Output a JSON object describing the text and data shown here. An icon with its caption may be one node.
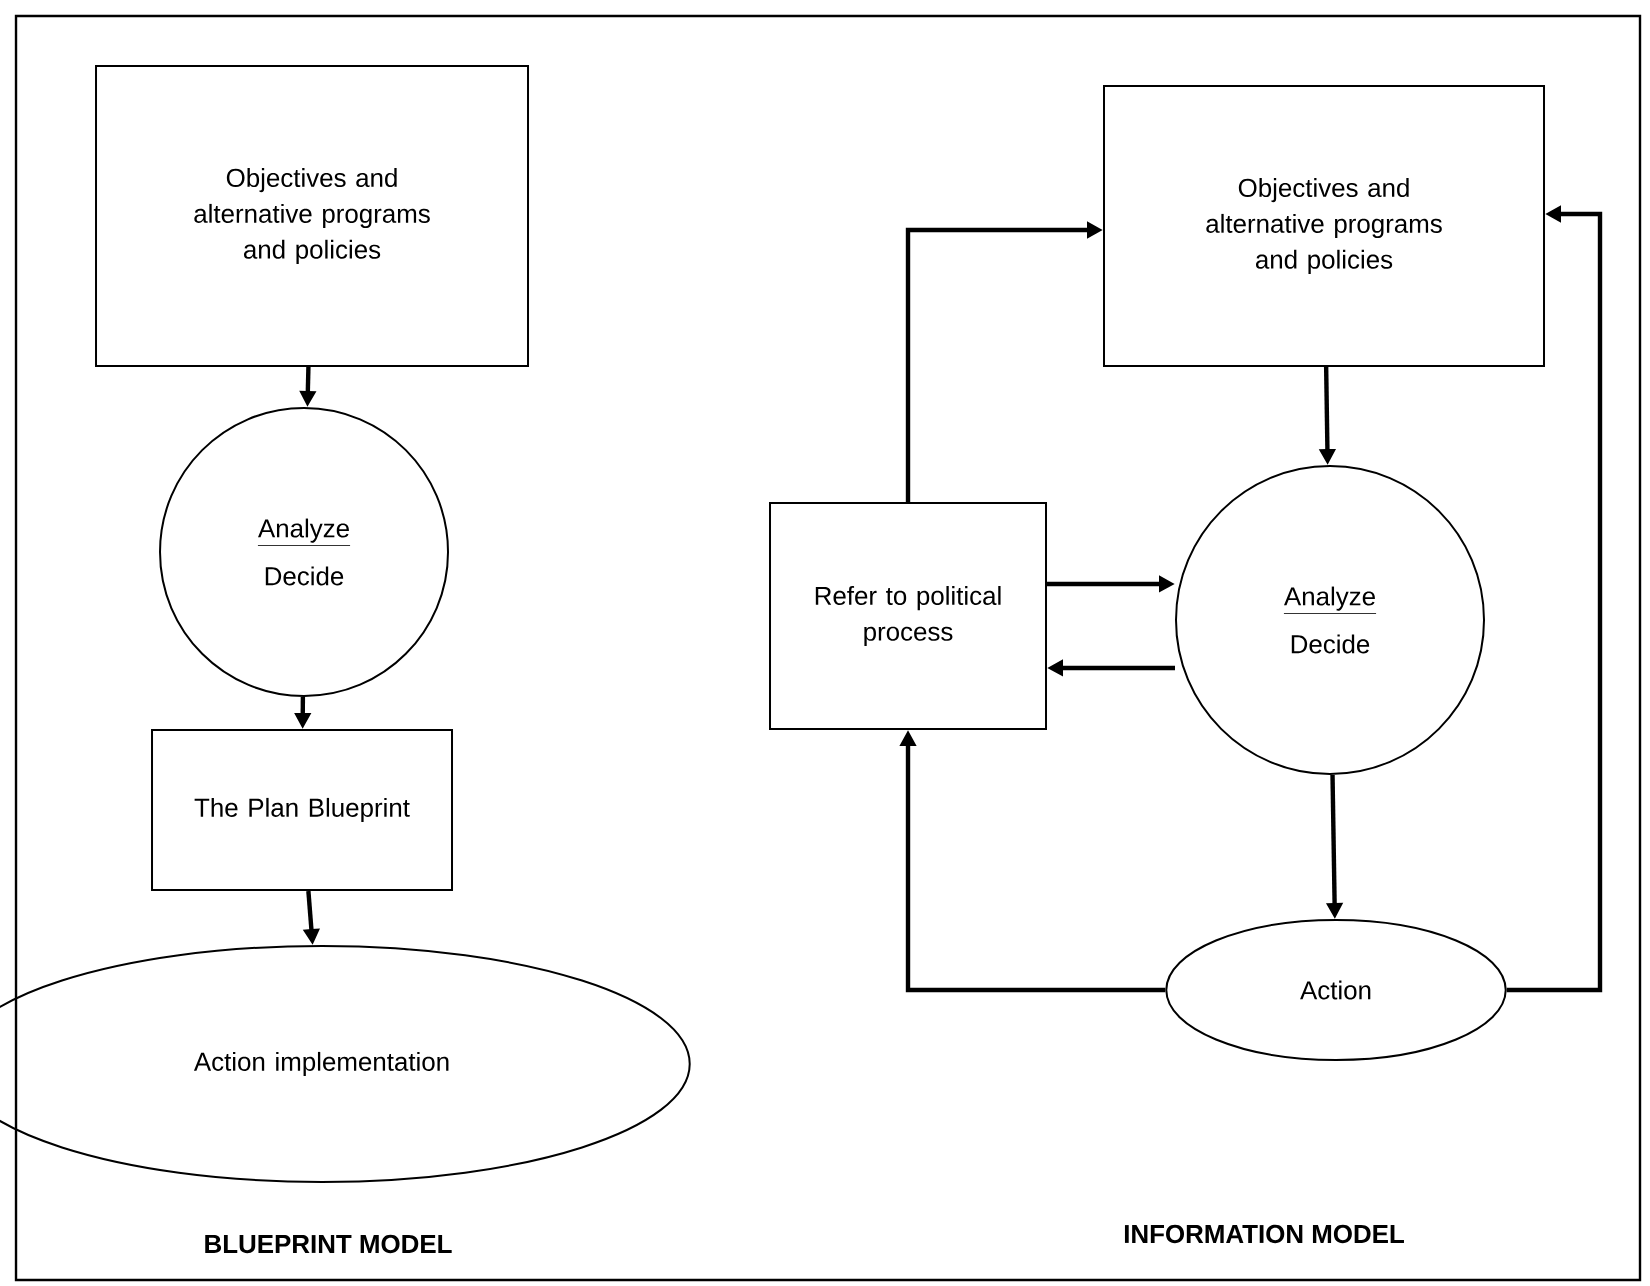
{
  "diagram": {
    "nodes": [
      {
        "text": [
          "Objectives and alternative programs and policies"
        ]
      },
      {
        "text": [
          "Analyze",
          "Decide"
        ]
      },
      {
        "text": [
          "The Plan Blueprint"
        ]
      },
      {
        "text": [
          "Action implementation"
        ]
      },
      {
        "text": [
          "Objectives and alternative programs and policies"
        ]
      },
      {
        "text": [
          "Refer to political process"
        ]
      },
      {
        "text": [
          "Analyze",
          "Decide"
        ]
      },
      {
        "text": [
          "Action"
        ]
      }
    ],
    "edges": [
      {
        "from": 0,
        "to": 1,
        "arrow": "to"
      },
      {
        "from": 1,
        "to": 2,
        "arrow": "to"
      },
      {
        "from": 2,
        "to": 3,
        "arrow": "to"
      },
      {
        "from": 4,
        "to": 6,
        "arrow": "to"
      },
      {
        "from": 5,
        "to": 6,
        "arrow": "to"
      },
      {
        "from": 6,
        "to": 5,
        "arrow": "to"
      },
      {
        "from": 6,
        "to": 7,
        "arrow": "to"
      },
      {
        "from": 7,
        "to": 5,
        "arrow": "to"
      },
      {
        "from": 5,
        "to": 4,
        "arrow": "to"
      },
      {
        "from": 7,
        "to": 4,
        "arrow": "to"
      }
    ],
    "labels": [
      "BLUEPRINT MODEL",
      "INFORMATION MODEL"
    ]
  }
}
